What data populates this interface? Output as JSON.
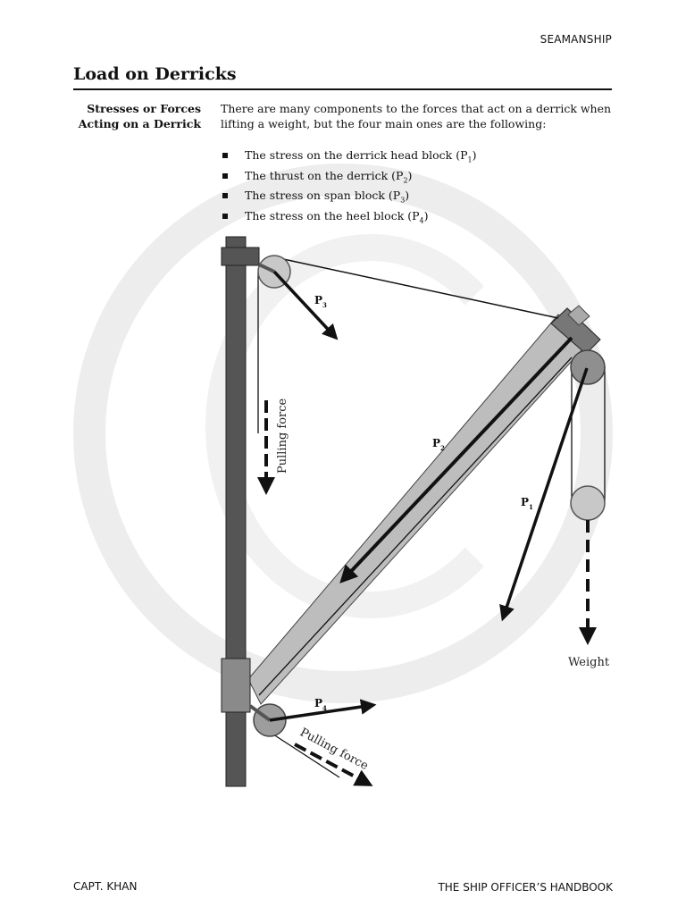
{
  "header": {
    "running_head": "SEAMANSHIP"
  },
  "page": {
    "title": "Load on Derricks"
  },
  "section": {
    "side_heading": [
      "Stresses or Forces",
      "Acting on a Derrick"
    ],
    "intro": "There are many components to the forces that act on a derrick when lifting a weight, but the four main ones are the following:",
    "bullets": [
      {
        "text": "The stress on the derrick head block (P",
        "sub": "1",
        "close": ")"
      },
      {
        "text": "The thrust on the derrick (P",
        "sub": "2",
        "close": ")"
      },
      {
        "text": "The stress on span block (P",
        "sub": "3",
        "close": ")"
      },
      {
        "text": "The stress on the heel block (P",
        "sub": "4",
        "close": ")"
      }
    ]
  },
  "diagram": {
    "labels": {
      "p1": "P",
      "p1_sub": "1",
      "p2": "P",
      "p2_sub": "2",
      "p3": "P",
      "p3_sub": "3",
      "p4": "P",
      "p4_sub": "4",
      "pulling_force_top": "Pulling force",
      "pulling_force_bottom": "Pulling force",
      "weight": "Weight"
    }
  },
  "footer": {
    "left": "CAPT. KHAN",
    "right": "THE SHIP OFFICER’S HANDBOOK"
  }
}
